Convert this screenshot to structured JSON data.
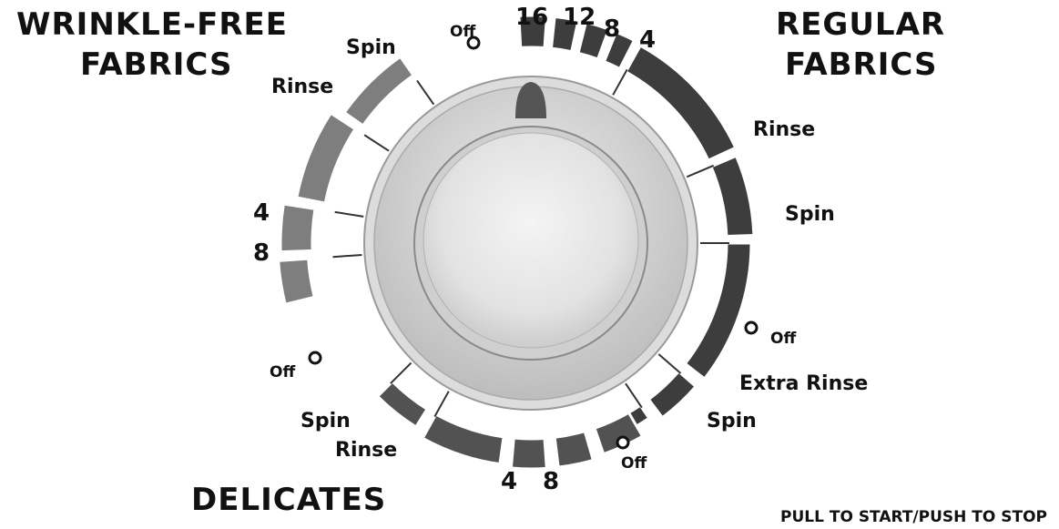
{
  "sections": {
    "wrinkle_free": {
      "line1": "WRINKLE-FREE",
      "line2": "FABRICS"
    },
    "regular": {
      "line1": "REGULAR",
      "line2": "FABRICS"
    },
    "delicates": {
      "title": "DELICATES"
    }
  },
  "top_times": [
    "16",
    "12",
    "8",
    "4"
  ],
  "labels": {
    "wf_off": "Off",
    "wf_spin": "Spin",
    "wf_rinse": "Rinse",
    "wf_4": "4",
    "wf_8": "8",
    "reg_rinse": "Rinse",
    "reg_spin": "Spin",
    "reg_off": "Off",
    "reg_extra_rinse": "Extra Rinse",
    "reg_spin2": "Spin",
    "reg_off2": "Off",
    "del_off": "Off",
    "del_spin": "Spin",
    "del_rinse": "Rinse",
    "del_4": "4",
    "del_8": "8"
  },
  "footer": "PULL TO START/PUSH TO STOP",
  "colors": {
    "regular_band": "#3d3d3d",
    "wrinkle_band": "#7e7e7e",
    "delicates_band": "#525252",
    "knob": "#d4d4d4"
  }
}
